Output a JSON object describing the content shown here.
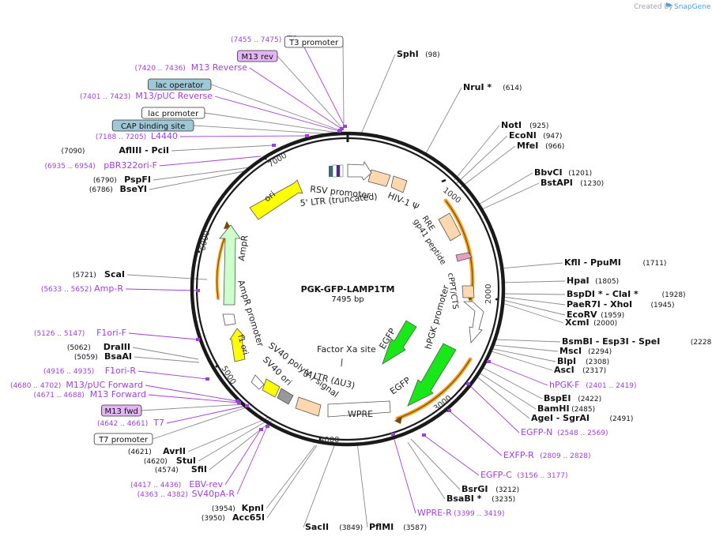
{
  "credit": {
    "text": "Created by",
    "brand": "SnapGene"
  },
  "plasmid": {
    "name": "PGK-GFP-LAMP1TM",
    "size_label": "7495 bp"
  },
  "colors": {
    "enzyme_line": "#8a8a8a",
    "primer": "#9d3fdb",
    "feature_yellow": "#ffff00",
    "feature_green": "#18e818",
    "feature_pale_green": "#ccffcc",
    "feature_peach": "#ffd8b0",
    "feature_pink": "#e8a0c0",
    "feature_grey": "#999999",
    "highlight_orange": "#f2a52c",
    "badge_purple": "#e4b5f5",
    "badge_blue": "#9fc8d6"
  },
  "ticks": [
    "1000",
    "2000",
    "3000",
    "4000",
    "5000",
    "6000",
    "7000"
  ],
  "features": [
    {
      "label": "ori"
    },
    {
      "label": "AmpR"
    },
    {
      "label": "AmpR promoter"
    },
    {
      "label": "f1 ori"
    },
    {
      "label": "SV40 ori"
    },
    {
      "label": "SV40 poly(A) signal"
    },
    {
      "label": "3' LTR (ΔU3)"
    },
    {
      "label": "WPRE"
    },
    {
      "label": "EGFP"
    },
    {
      "label": "EGFP"
    },
    {
      "label": "Factor Xa site"
    },
    {
      "label": "hPGK promoter"
    },
    {
      "label": "cPPT/CTS"
    },
    {
      "label": "gp41 peptide"
    },
    {
      "label": "RRE"
    },
    {
      "label": "HIV-1 Ψ"
    },
    {
      "label": "RSV promoter"
    },
    {
      "label": "5' LTR (truncated)"
    }
  ],
  "right_labels": [
    {
      "name": "SphI",
      "pos": "(98)"
    },
    {
      "name": "NruI *",
      "pos": "(614)"
    },
    {
      "name": "NotI",
      "pos": "(925)"
    },
    {
      "name": "EcoNI",
      "pos": "(947)"
    },
    {
      "name": "MfeI",
      "pos": "(966)"
    },
    {
      "name": "BbvCI",
      "pos": "(1201)"
    },
    {
      "name": "BstAPI",
      "pos": "(1230)"
    },
    {
      "name": "KflI  - PpuMI",
      "pos": "(1711)"
    },
    {
      "name": "HpaI",
      "pos": "(1805)"
    },
    {
      "name": "BspDI * - ClaI *",
      "pos": "(1928)"
    },
    {
      "name": "PaeR7I  - XhoI",
      "pos": "(1945)"
    },
    {
      "name": "EcoRV",
      "pos": "(1959)"
    },
    {
      "name": "XcmI",
      "pos": "(2000)"
    },
    {
      "name": "BsmBI  - Esp3I  - SpeI",
      "pos": "(2228)"
    },
    {
      "name": "MscI",
      "pos": "(2294)"
    },
    {
      "name": "BlpI",
      "pos": "(2308)"
    },
    {
      "name": "AscI",
      "pos": "(2317)"
    },
    {
      "name": "hPGK-F",
      "pos": "(2401 .. 2419)",
      "primer": true
    },
    {
      "name": "BspEI",
      "pos": "(2422)"
    },
    {
      "name": "BamHI",
      "pos": "(2485)"
    },
    {
      "name": "AgeI  - SgrAI",
      "pos": "(2491)"
    },
    {
      "name": "EGFP-N",
      "pos": "(2548 .. 2569)",
      "primer": true
    },
    {
      "name": "EXFP-R",
      "pos": "(2809 .. 2828)",
      "primer": true
    },
    {
      "name": "EGFP-C",
      "pos": "(3156 .. 3177)",
      "primer": true
    },
    {
      "name": "BsrGI",
      "pos": "(3212)"
    },
    {
      "name": "BsaBI *",
      "pos": "(3235)"
    },
    {
      "name": "WPRE-R",
      "pos": "(3399 .. 3419)",
      "primer": true
    },
    {
      "name": "PflMI",
      "pos": "(3587)"
    },
    {
      "name": "SacII",
      "pos": "(3849)"
    }
  ],
  "left_labels": [
    {
      "name": "T3",
      "pos": "(7455 .. 7475)",
      "primer": true
    },
    {
      "name": "T3 promoter",
      "badge": "white"
    },
    {
      "name": "M13 rev",
      "badge": "purple"
    },
    {
      "name": "M13 Reverse",
      "pos": "(7420 .. 7436)",
      "primer": true
    },
    {
      "name": "lac operator",
      "badge": "blue"
    },
    {
      "name": "M13/pUC Reverse",
      "pos": "(7401 .. 7423)",
      "primer": true
    },
    {
      "name": "lac promoter",
      "badge": "white"
    },
    {
      "name": "CAP binding site",
      "badge": "blue"
    },
    {
      "name": "L4440",
      "pos": "(7188 .. 7205)",
      "primer": true
    },
    {
      "name": "AflIII  - PciI",
      "pos": "(7090)"
    },
    {
      "name": "pBR322ori-F",
      "pos": "(6935 .. 6954)",
      "primer": true
    },
    {
      "name": "PspFI",
      "pos": "(6790)"
    },
    {
      "name": "BseYI",
      "pos": "(6786)"
    },
    {
      "name": "ScaI",
      "pos": "(5721)"
    },
    {
      "name": "Amp-R",
      "pos": "(5633 .. 5652)",
      "primer": true
    },
    {
      "name": "F1ori-F",
      "pos": "(5126 .. 5147)",
      "primer": true
    },
    {
      "name": "DraIII",
      "pos": "(5062)"
    },
    {
      "name": "BsaAI",
      "pos": "(5059)"
    },
    {
      "name": "F1ori-R",
      "pos": "(4916 .. 4935)",
      "primer": true
    },
    {
      "name": "M13/pUC Forward",
      "pos": "(4680 .. 4702)",
      "primer": true
    },
    {
      "name": "M13 Forward",
      "pos": "(4671 .. 4688)",
      "primer": true
    },
    {
      "name": "M13 fwd",
      "badge": "purple"
    },
    {
      "name": "T7",
      "pos": "(4642 .. 4661)",
      "primer": true
    },
    {
      "name": "T7 promoter",
      "badge": "white"
    },
    {
      "name": "AvrII",
      "pos": "(4621)"
    },
    {
      "name": "StuI",
      "pos": "(4620)"
    },
    {
      "name": "SfiI",
      "pos": "(4574)"
    },
    {
      "name": "EBV-rev",
      "pos": "(4417 .. 4436)",
      "primer": true
    },
    {
      "name": "SV40pA-R",
      "pos": "(4363 .. 4382)",
      "primer": true
    },
    {
      "name": "KpnI",
      "pos": "(3954)"
    },
    {
      "name": "Acc65I",
      "pos": "(3950)"
    }
  ]
}
